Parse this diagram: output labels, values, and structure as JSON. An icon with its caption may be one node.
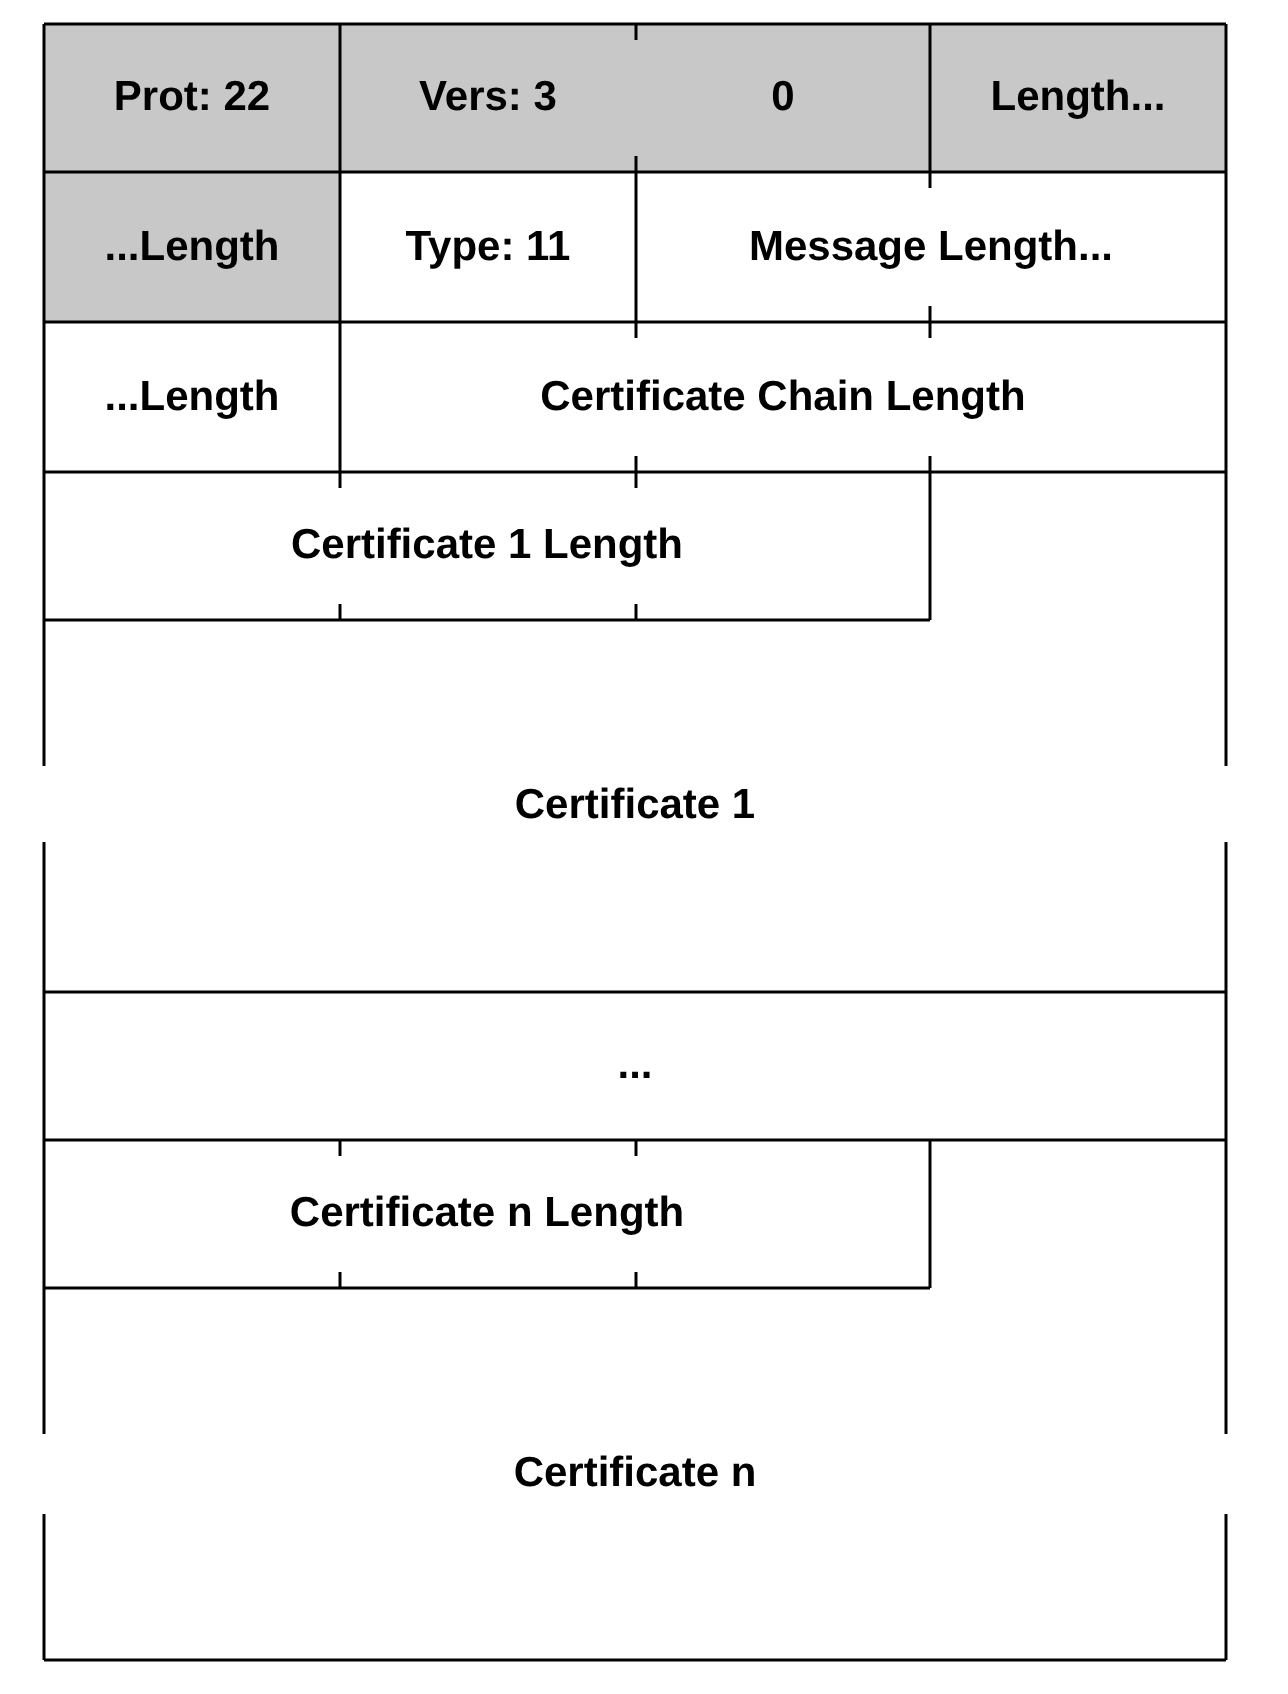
{
  "diagram": {
    "nodes": [
      {
        "text": [
          "Prot: 22"
        ]
      },
      {
        "text": [
          "Vers: 3"
        ]
      },
      {
        "text": [
          "0"
        ]
      },
      {
        "text": [
          "Length..."
        ]
      },
      {
        "text": [
          "...Length"
        ]
      },
      {
        "text": [
          "Type: 11"
        ]
      },
      {
        "text": [
          "Message Length..."
        ]
      },
      {
        "text": [
          "...Length"
        ]
      },
      {
        "text": [
          "Certificate Chain Length"
        ]
      },
      {
        "text": [
          "Certificate 1 Length"
        ]
      },
      {
        "text": [
          "Certificate 1"
        ]
      },
      {
        "text": [
          "..."
        ]
      },
      {
        "text": [
          "Certificate n Length"
        ]
      },
      {
        "text": [
          "Certificate n"
        ]
      }
    ]
  }
}
